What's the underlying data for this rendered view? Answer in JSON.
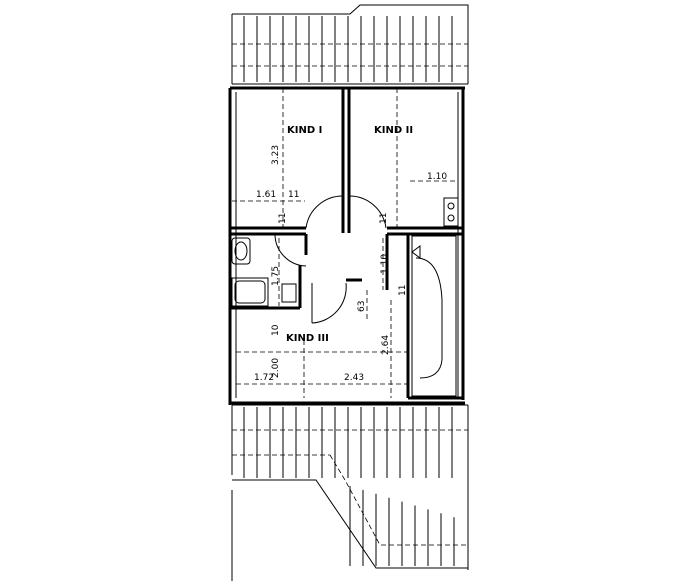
{
  "rooms": {
    "kind1": "KIND I",
    "kind2": "KIND II",
    "kind3": "KIND III"
  },
  "dimensions": {
    "d_323": "3.23",
    "d_161": "1.61",
    "d_11a": "11",
    "d_11b": "11",
    "d_11c": "11",
    "d_11d": "11",
    "d_110a": "1.10",
    "d_110b": "1.10",
    "d_175": "1.75",
    "d_635": "63",
    "d_10": "10",
    "d_200": "2.00",
    "d_264": "2.64",
    "d_172": "1.72",
    "d_243": "2.43"
  }
}
